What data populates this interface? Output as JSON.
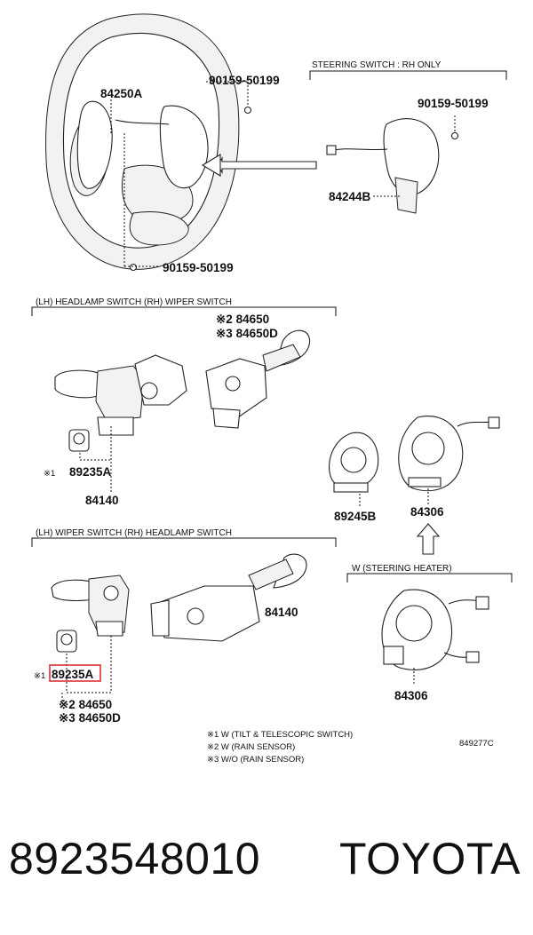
{
  "top": {
    "header": "STEERING SWITCH : RH ONLY",
    "labels": {
      "wheel_part": "84250A",
      "bolt_a": "90159-50199",
      "bolt_b": "90159-50199",
      "bolt_c": "90159-50199",
      "rh_switch": "84244B"
    }
  },
  "middle": {
    "header": "(LH) HEADLAMP SWITCH   (RH) WIPER SWITCH",
    "labels": {
      "mark2_84650": "※2 84650",
      "mark3_84650D": "※3 84650D",
      "mark1": "※1",
      "part_89235A": "89235A",
      "part_84140": "84140",
      "part_89245B": "89245B",
      "part_84306": "84306"
    }
  },
  "bottom": {
    "header": "(LH) WIPER SWITCH   (RH) HEADLAMP SWITCH",
    "heater_header": "W (STEERING HEATER)",
    "labels": {
      "part_84140": "84140",
      "mark1": "※1",
      "part_89235A_highlighted": "89235A",
      "mark2_84650": "※2 84650",
      "mark3_84650D": "※3 84650D",
      "part_84306": "84306"
    },
    "highlight_color": "#d9262a"
  },
  "notes": [
    "※1  W (TILT & TELESCOPIC SWITCH)",
    "※2  W (RAIN SENSOR)",
    "※3  W/O (RAIN SENSOR)"
  ],
  "diagram_code": "849277C",
  "footer": {
    "part_number": "8923548010",
    "brand": "TOYOTA"
  }
}
